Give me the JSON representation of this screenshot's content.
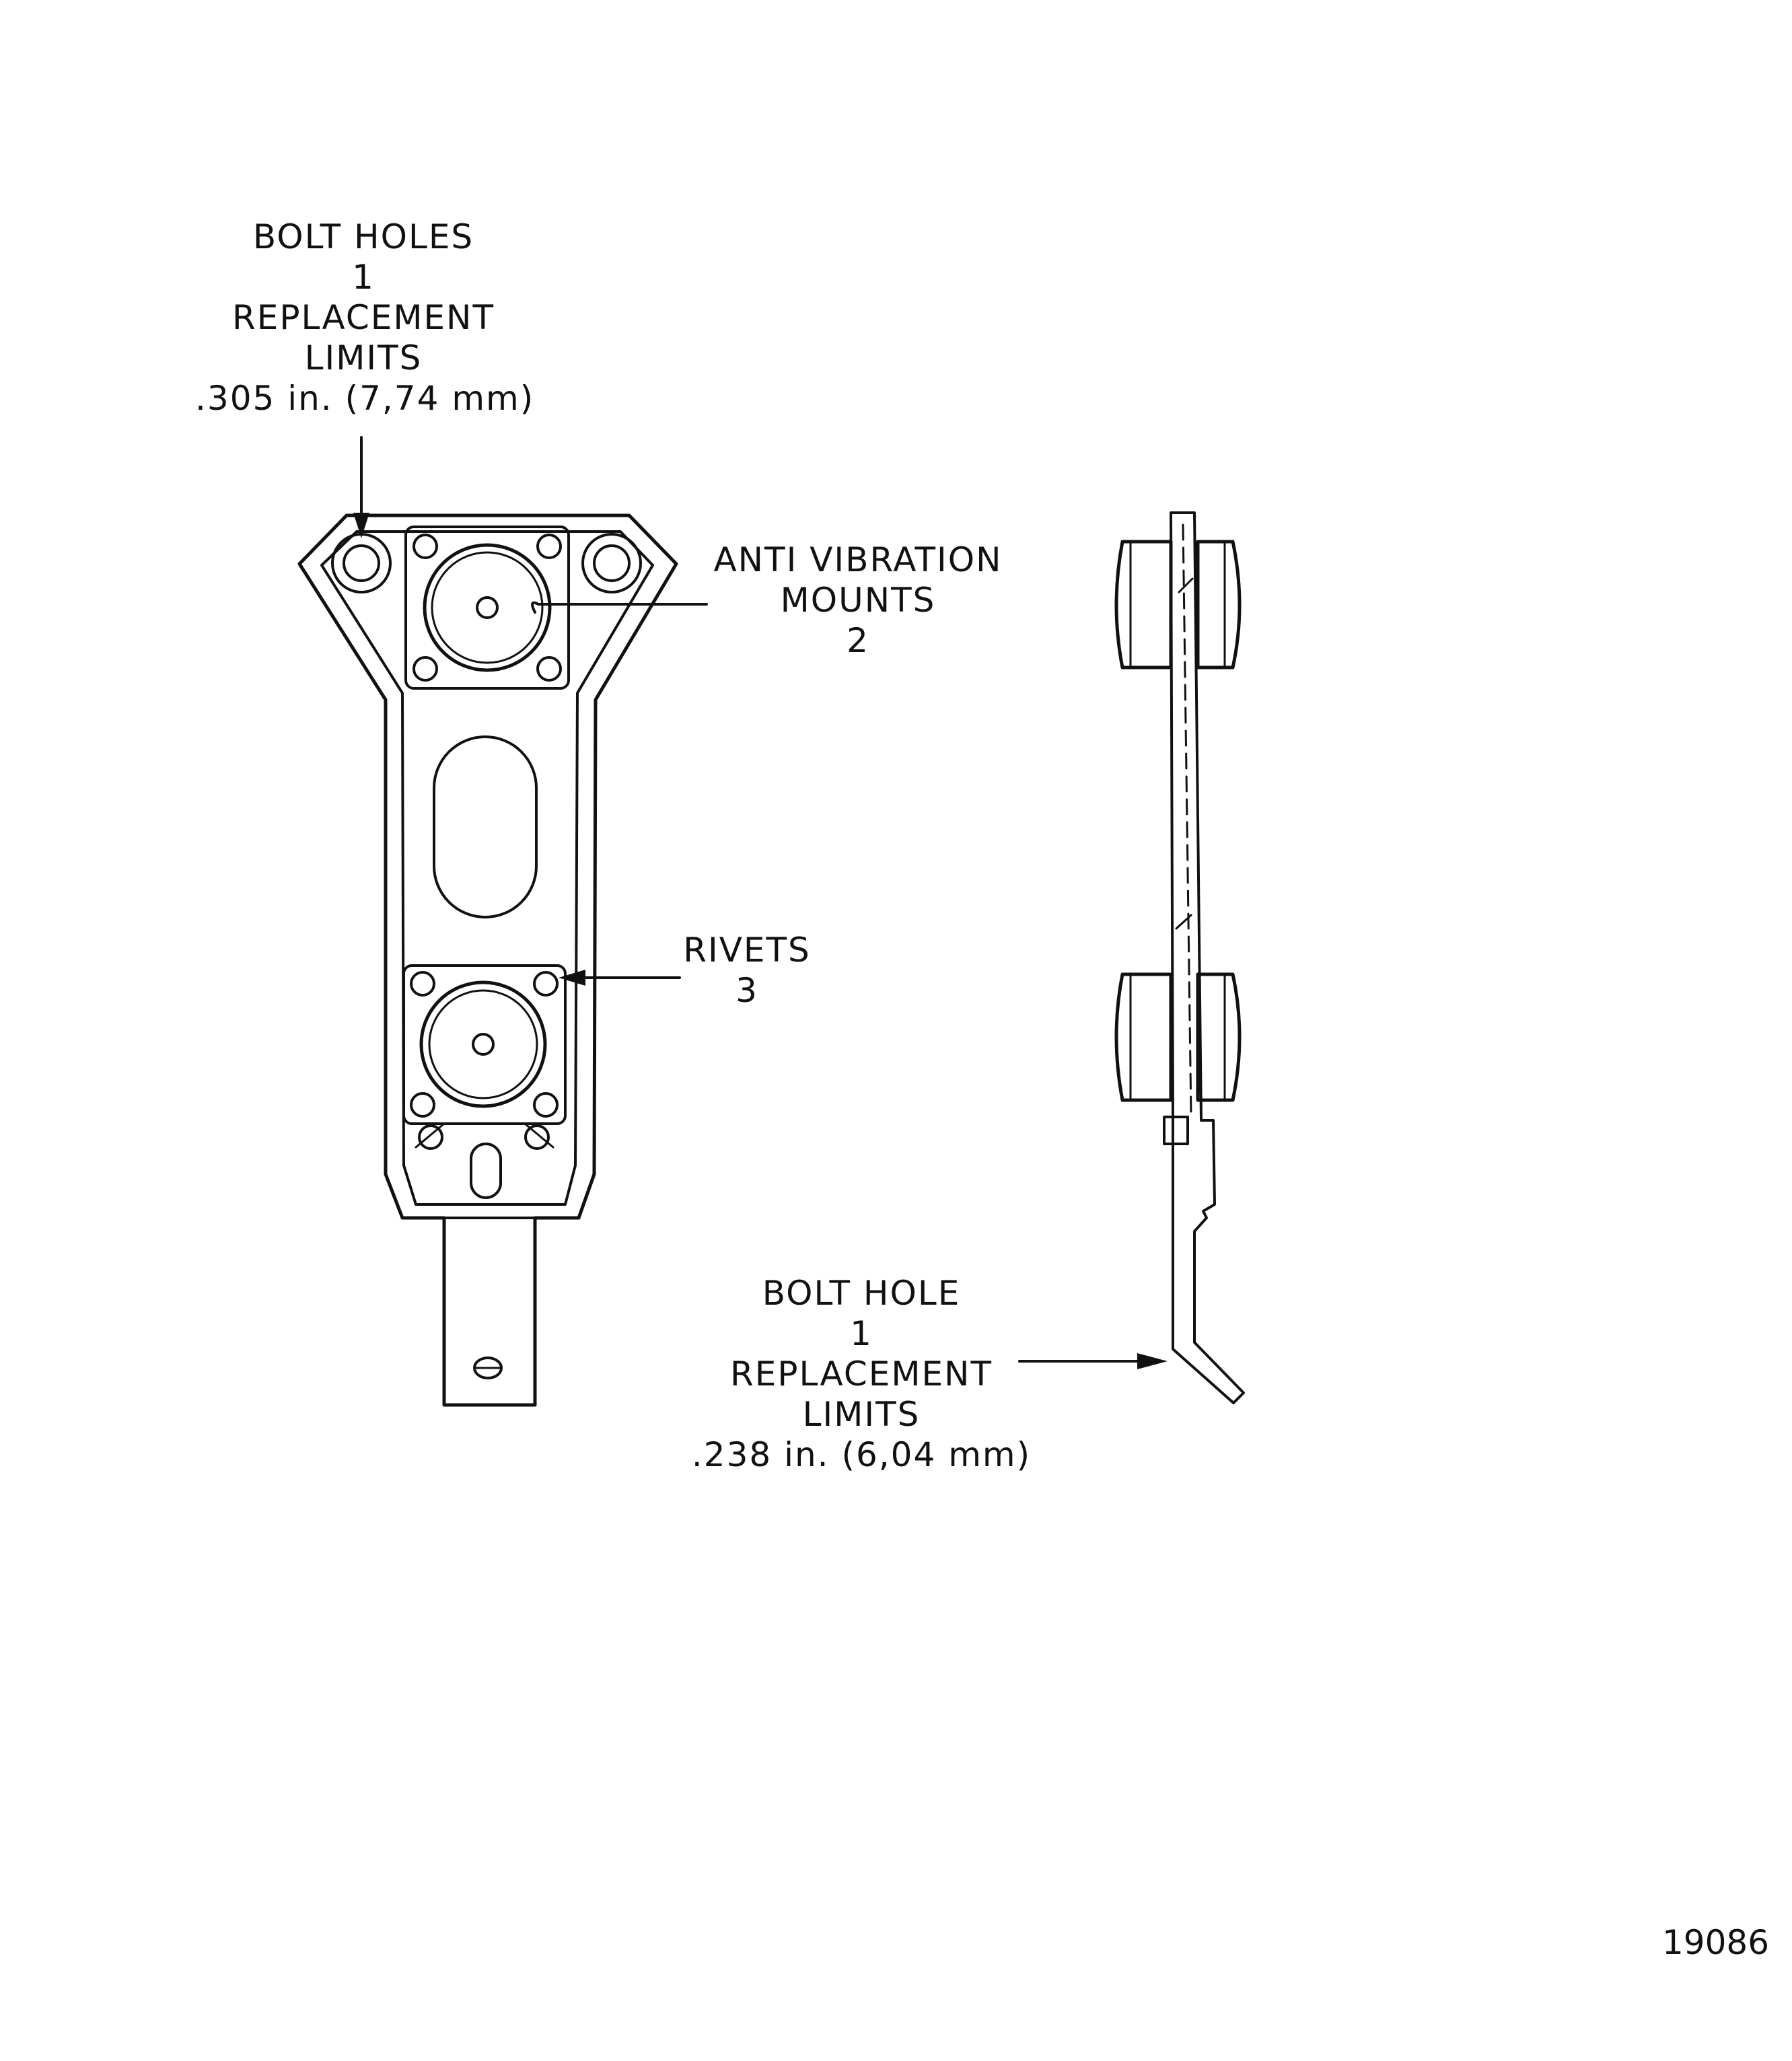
{
  "callouts": {
    "bolt_holes": {
      "line1": "BOLT HOLES",
      "line2": "1",
      "line3": "REPLACEMENT",
      "line4": "LIMITS",
      "line5": ".305 in. (7,74 mm)"
    },
    "anti_vibration_mounts": {
      "line1": "ANTI VIBRATION",
      "line2": "MOUNTS",
      "line3": "2"
    },
    "rivets": {
      "line1": "RIVETS",
      "line2": "3"
    },
    "bolt_hole": {
      "line1": "BOLT HOLE",
      "line2": "1",
      "line3": "REPLACEMENT",
      "line4": "LIMITS",
      "line5": ".238 in. (6,04 mm)"
    }
  },
  "figure_number": "19086",
  "colors": {
    "ink": "#111111",
    "paper": "#ffffff"
  }
}
